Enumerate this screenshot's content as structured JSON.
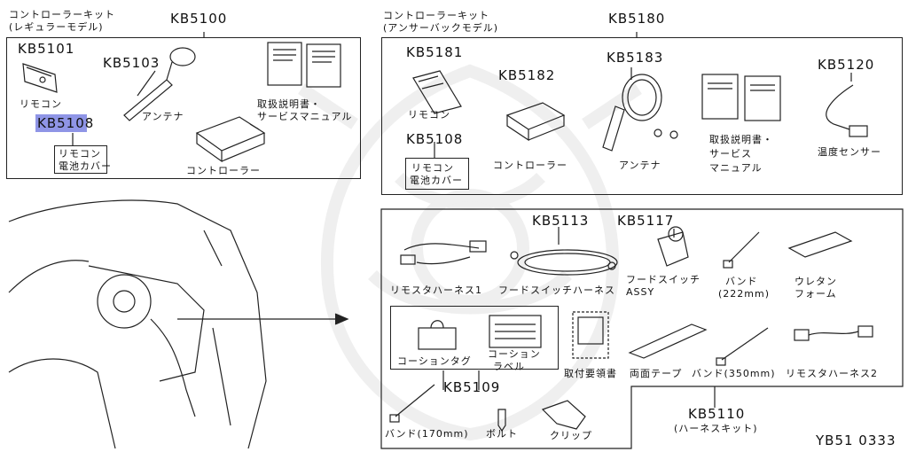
{
  "kit_regular": {
    "title_line1": "コントローラーキット",
    "title_line2": "(レギュラーモデル)",
    "code": "KB5100",
    "remote_code": "KB5101",
    "remote_label": "リモコン",
    "antenna_code": "KB5103",
    "antenna_label": "アンテナ",
    "manual_label_1": "取扱説明書・",
    "manual_label_2": "サービスマニュアル",
    "cover_code": "KB5108",
    "cover_label_1": "リモコン",
    "cover_label_2": "電池カバー",
    "controller_label": "コントローラー"
  },
  "kit_answerback": {
    "title_line1": "コントローラーキット",
    "title_line2": "(アンサーバックモデル)",
    "code": "KB5180",
    "remote_code": "KB5181",
    "remote_label": "リモコン",
    "controller_code": "KB5182",
    "controller_label": "コントローラー",
    "antenna_code": "KB5183",
    "antenna_label": "アンテナ",
    "manual_label_1": "取扱説明書・",
    "manual_label_2": "サービス",
    "manual_label_3": "マニュアル",
    "sensor_code": "KB5120",
    "sensor_label": "温度センサー",
    "cover_code": "KB5108",
    "cover_label_1": "リモコン",
    "cover_label_2": "電池カバー"
  },
  "harness_kit": {
    "hood_harness_code": "KB5113",
    "hood_switch_code": "KB5117",
    "remote_harness_1": "リモスタハーネス1",
    "hood_switch_harness": "フードスイッチハーネス",
    "hood_switch_1": "フードスイッチ",
    "hood_switch_2": "ASSY",
    "band_222_1": "バンド",
    "band_222_2": "(222mm)",
    "urethane_1": "ウレタン",
    "urethane_2": "フォーム",
    "caution_tag": "コーションタグ",
    "caution_label_1": "コーション",
    "caution_label_2": "ラベル",
    "caution_code": "KB5109",
    "install_guide": "取付要領書",
    "double_tape": "両面テープ",
    "band_350": "バンド(350mm)",
    "remote_harness_2": "リモスタハーネス2",
    "band_170": "バンド(170mm)",
    "bolt": "ボルト",
    "clip": "クリップ",
    "kit_code": "KB5110",
    "kit_label": "(ハーネスキット)"
  },
  "figure_id": "YB51 0333"
}
